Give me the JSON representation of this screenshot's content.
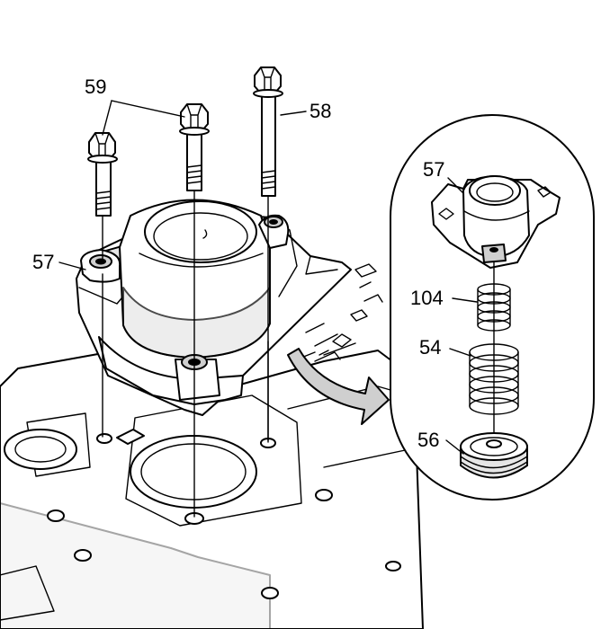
{
  "callouts": {
    "bolts_pair": "59",
    "bolt_long": "58",
    "accumulator_main": "57",
    "accumulator_inset": "57",
    "spring_inner": "104",
    "spring_outer": "54",
    "piston": "56"
  },
  "icons": {
    "transfer_arrow": "curved-arrow-icon"
  }
}
